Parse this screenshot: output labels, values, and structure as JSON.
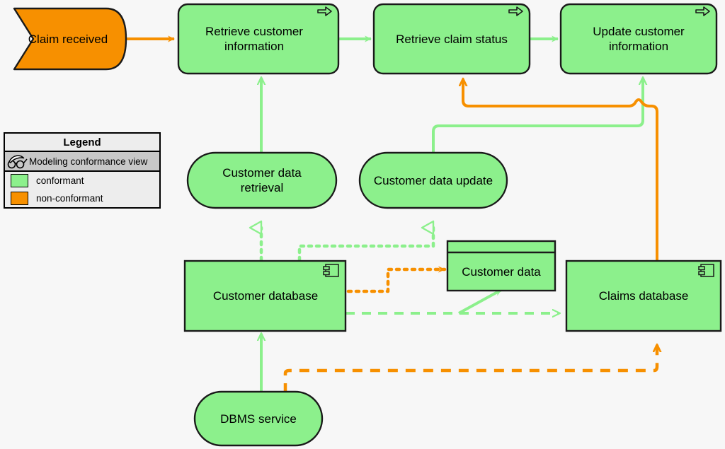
{
  "diagram": {
    "title": "Modeling conformance view",
    "background": "#f7f7f7",
    "colors": {
      "conformant_fill": "#8cf08c",
      "conformant_line": "#8cf08c",
      "non_conformant_fill": "#f79000",
      "non_conformant_line": "#f79000",
      "border": "#1a1a1a",
      "legend_bg": "#ededed",
      "legend_row_bg": "#c8c8c8"
    }
  },
  "legend": {
    "title": "Legend",
    "view_row": {
      "icon": "glasses-icon",
      "label": "Modeling conformance view"
    },
    "entries": [
      {
        "label": "conformant",
        "color": "#8cf08c"
      },
      {
        "label": "non-conformant",
        "color": "#f79000"
      }
    ]
  },
  "nodes": {
    "claim_received": {
      "label": "Claim received",
      "type": "business-event",
      "status": "non-conformant"
    },
    "retrieve_customer": {
      "label": "Retrieve customer information",
      "type": "business-process",
      "status": "conformant",
      "icon": "process-arrow-icon"
    },
    "retrieve_claim_status": {
      "label": "Retrieve claim status",
      "type": "business-process",
      "status": "conformant",
      "icon": "process-arrow-icon"
    },
    "update_customer": {
      "label": "Update customer information",
      "type": "business-process",
      "status": "conformant",
      "icon": "process-arrow-icon"
    },
    "cust_data_retrieval": {
      "label": "Customer data retrieval",
      "type": "application-service",
      "status": "conformant"
    },
    "cust_data_update": {
      "label": "Customer data update",
      "type": "application-service",
      "status": "conformant"
    },
    "customer_database": {
      "label": "Customer database",
      "type": "application-component",
      "status": "conformant",
      "icon": "component-icon"
    },
    "customer_data": {
      "label": "Customer data",
      "type": "data-object",
      "status": "conformant"
    },
    "claims_database": {
      "label": "Claims database",
      "type": "application-component",
      "status": "conformant",
      "icon": "component-icon"
    },
    "dbms_service": {
      "label": "DBMS service",
      "type": "application-service",
      "status": "conformant"
    }
  },
  "edges": [
    {
      "name": "claim-received-to-retrieve-customer",
      "from": "claim_received",
      "to": "retrieve_customer",
      "style": "solid",
      "status": "non-conformant"
    },
    {
      "name": "retrieve-customer-to-retrieve-claim-status",
      "from": "retrieve_customer",
      "to": "retrieve_claim_status",
      "style": "solid",
      "status": "conformant"
    },
    {
      "name": "retrieve-claim-status-to-update-customer",
      "from": "retrieve_claim_status",
      "to": "update_customer",
      "style": "solid",
      "status": "conformant"
    },
    {
      "name": "cust-data-retrieval-serves-retrieve-customer",
      "from": "cust_data_retrieval",
      "to": "retrieve_customer",
      "style": "solid",
      "status": "conformant"
    },
    {
      "name": "cust-data-update-serves-update-customer",
      "from": "cust_data_update",
      "to": "update_customer",
      "style": "solid",
      "status": "conformant"
    },
    {
      "name": "claims-database-serves-retrieve-claim-status",
      "from": "claims_database",
      "to": "retrieve_claim_status",
      "style": "solid",
      "status": "non-conformant"
    },
    {
      "name": "customer-database-realizes-cust-data-retrieval",
      "from": "customer_database",
      "to": "cust_data_retrieval",
      "style": "dotted",
      "status": "conformant"
    },
    {
      "name": "customer-database-realizes-cust-data-update",
      "from": "customer_database",
      "to": "cust_data_update",
      "style": "dotted",
      "status": "conformant"
    },
    {
      "name": "customer-database-accesses-customer-data",
      "from": "customer_database",
      "to": "customer_data",
      "style": "dotted",
      "status": "non-conformant"
    },
    {
      "name": "customer-database-flow-claims-database",
      "from": "customer_database",
      "to": "claims_database",
      "style": "dashed",
      "status": "conformant"
    },
    {
      "name": "flow-to-customer-data",
      "from": "customer_database",
      "to": "customer_data",
      "style": "solid",
      "status": "conformant"
    },
    {
      "name": "dbms-service-serves-customer-database",
      "from": "dbms_service",
      "to": "customer_database",
      "style": "solid",
      "status": "conformant"
    },
    {
      "name": "dbms-service-serves-claims-database",
      "from": "dbms_service",
      "to": "claims_database",
      "style": "dashed",
      "status": "non-conformant"
    }
  ]
}
